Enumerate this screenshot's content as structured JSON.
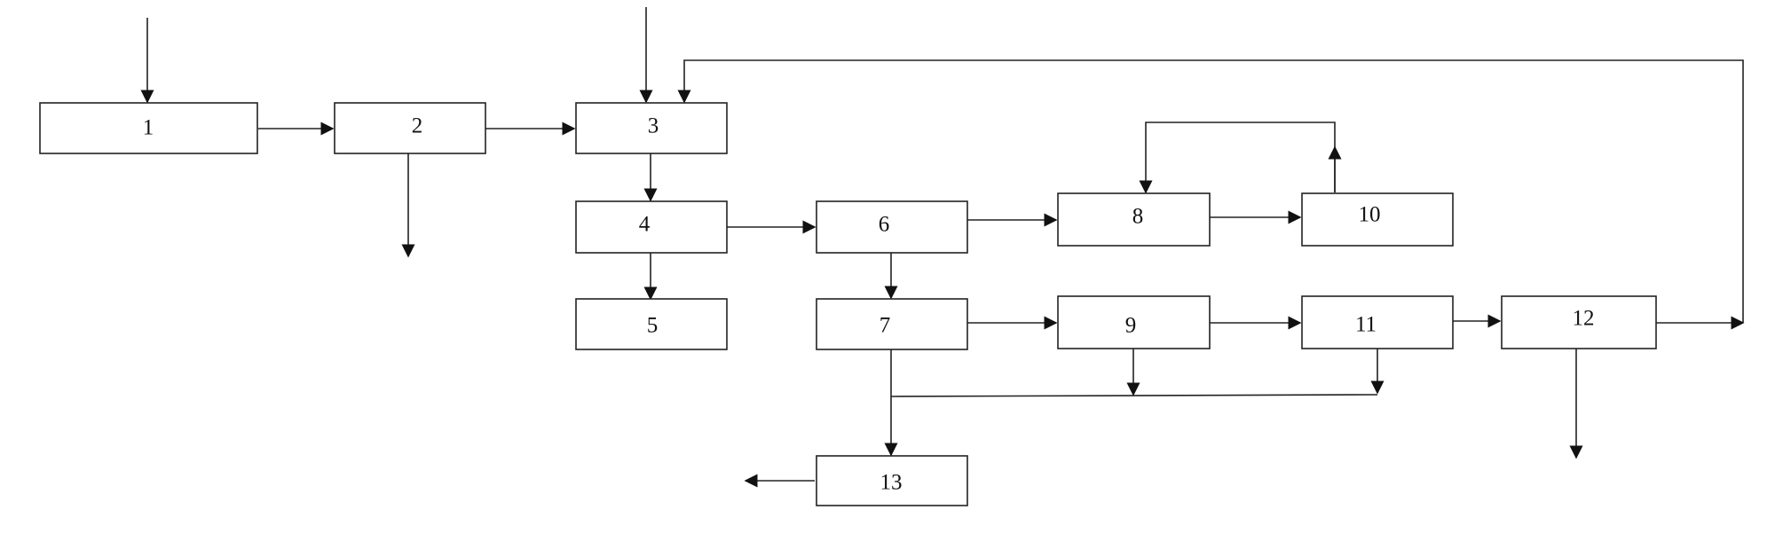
{
  "diagram": {
    "nodes": [
      {
        "id": "n1",
        "label": "1"
      },
      {
        "id": "n2",
        "label": "2"
      },
      {
        "id": "n3",
        "label": "3"
      },
      {
        "id": "n4",
        "label": "4"
      },
      {
        "id": "n5",
        "label": "5"
      },
      {
        "id": "n6",
        "label": "6"
      },
      {
        "id": "n7",
        "label": "7"
      },
      {
        "id": "n8",
        "label": "8"
      },
      {
        "id": "n9",
        "label": "9"
      },
      {
        "id": "n10",
        "label": "10"
      },
      {
        "id": "n11",
        "label": "11"
      },
      {
        "id": "n12",
        "label": "12"
      },
      {
        "id": "n13",
        "label": "13"
      }
    ],
    "edges": [
      {
        "from": "input",
        "to": "n1"
      },
      {
        "from": "n1",
        "to": "n2"
      },
      {
        "from": "n2",
        "to": "output"
      },
      {
        "from": "n2",
        "to": "n3"
      },
      {
        "from": "input",
        "to": "n3"
      },
      {
        "from": "n3",
        "to": "n4"
      },
      {
        "from": "n4",
        "to": "n5"
      },
      {
        "from": "n4",
        "to": "n6"
      },
      {
        "from": "n6",
        "to": "n8"
      },
      {
        "from": "n6",
        "to": "n7"
      },
      {
        "from": "n8",
        "to": "n10"
      },
      {
        "from": "n10",
        "to": "n8"
      },
      {
        "from": "n7",
        "to": "n9"
      },
      {
        "from": "n9",
        "to": "n11"
      },
      {
        "from": "n11",
        "to": "n12"
      },
      {
        "from": "n12",
        "to": "n3"
      },
      {
        "from": "n12",
        "to": "output"
      },
      {
        "from": "n7",
        "to": "n13"
      },
      {
        "from": "n9",
        "to": "n13"
      },
      {
        "from": "n11",
        "to": "n13"
      },
      {
        "from": "n13",
        "to": "output"
      }
    ],
    "colors": {
      "stroke": "#222222",
      "fill": "#ffffff",
      "text": "#111111"
    }
  }
}
